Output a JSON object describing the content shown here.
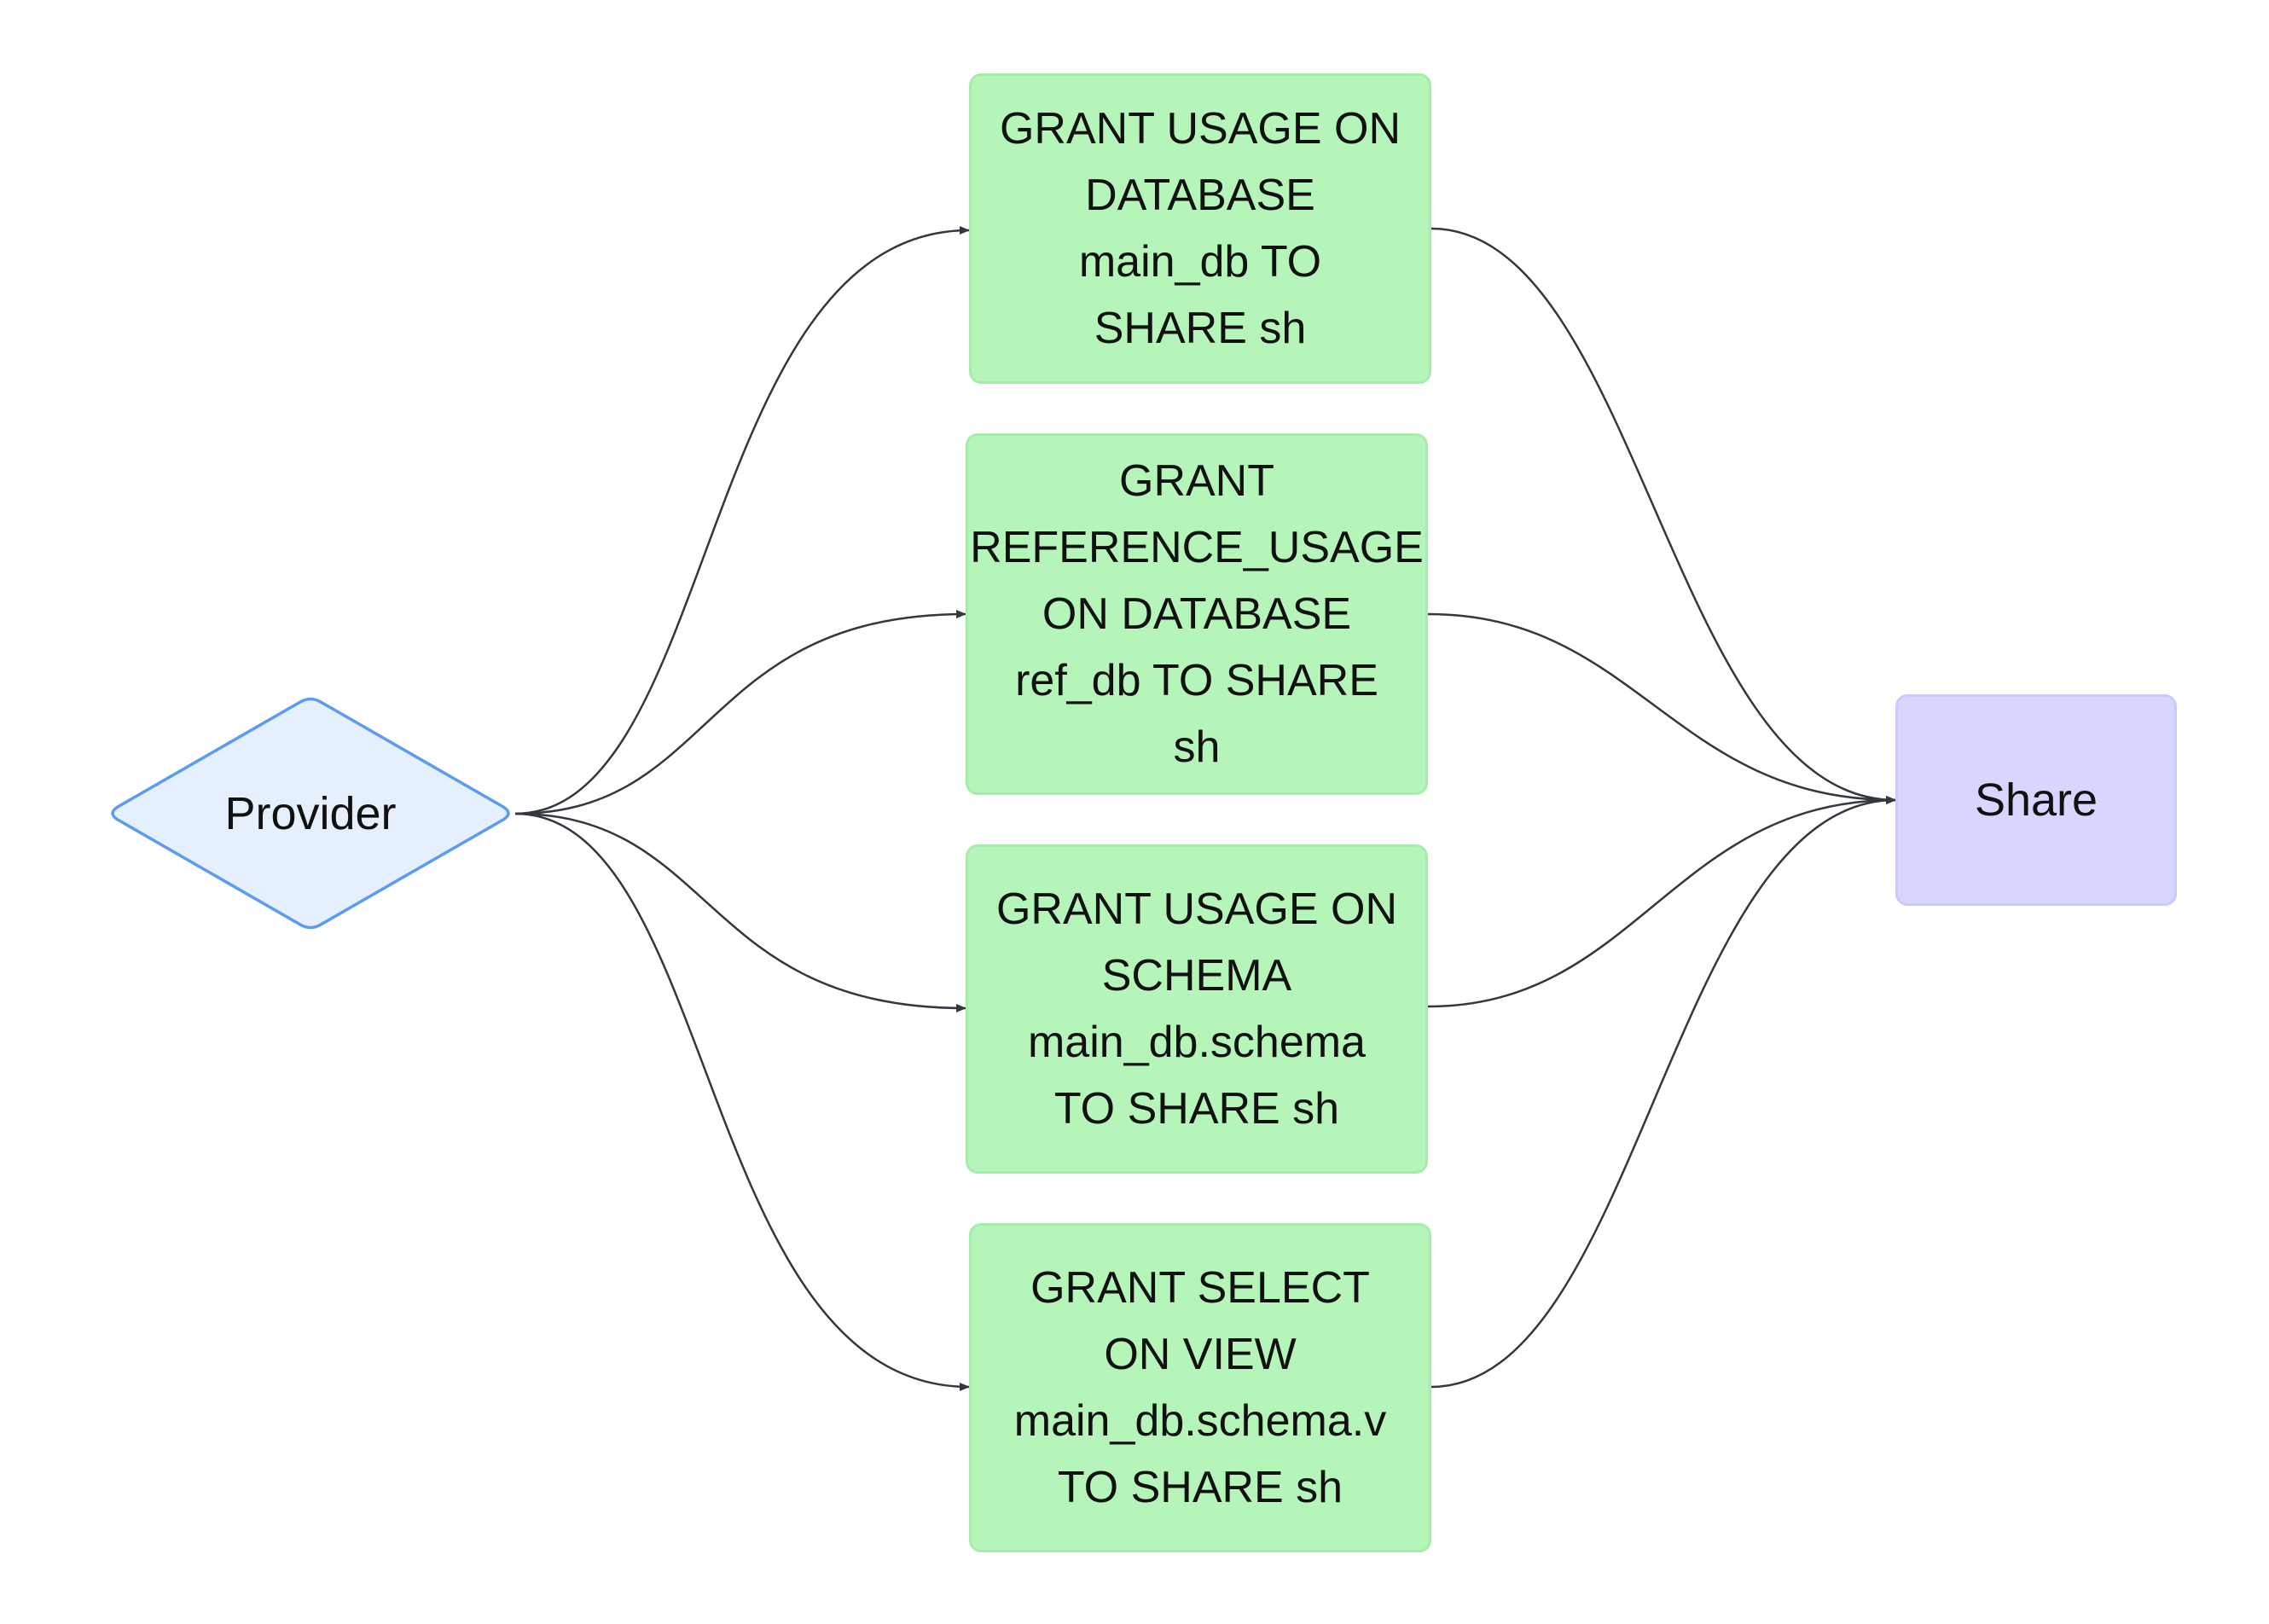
{
  "diagram": {
    "provider": {
      "label": "Provider"
    },
    "share": {
      "label": "Share"
    },
    "grants": [
      {
        "id": "grant-usage-database",
        "label": "GRANT USAGE ON\nDATABASE\nmain_db TO\nSHARE sh"
      },
      {
        "id": "grant-reference-usage-database",
        "label": "GRANT\nREFERENCE_USAGE\nON DATABASE\nref_db TO SHARE\nsh"
      },
      {
        "id": "grant-usage-schema",
        "label": "GRANT USAGE ON\nSCHEMA\nmain_db.schema\nTO SHARE sh"
      },
      {
        "id": "grant-select-view",
        "label": "GRANT SELECT\nON VIEW\nmain_db.schema.v\nTO SHARE sh"
      }
    ],
    "edges": [
      {
        "from": "provider",
        "to": "grant-usage-database"
      },
      {
        "from": "provider",
        "to": "grant-reference-usage-database"
      },
      {
        "from": "provider",
        "to": "grant-usage-schema"
      },
      {
        "from": "provider",
        "to": "grant-select-view"
      },
      {
        "from": "grant-usage-database",
        "to": "share"
      },
      {
        "from": "grant-reference-usage-database",
        "to": "share"
      },
      {
        "from": "grant-usage-schema",
        "to": "share"
      },
      {
        "from": "grant-select-view",
        "to": "share"
      }
    ],
    "colors": {
      "grant_fill": "#b6f5b9",
      "share_fill": "#d6d6ff",
      "provider_fill": "#e6f0fd",
      "provider_stroke": "#5b9cf0",
      "edge_stroke": "#333840"
    }
  }
}
